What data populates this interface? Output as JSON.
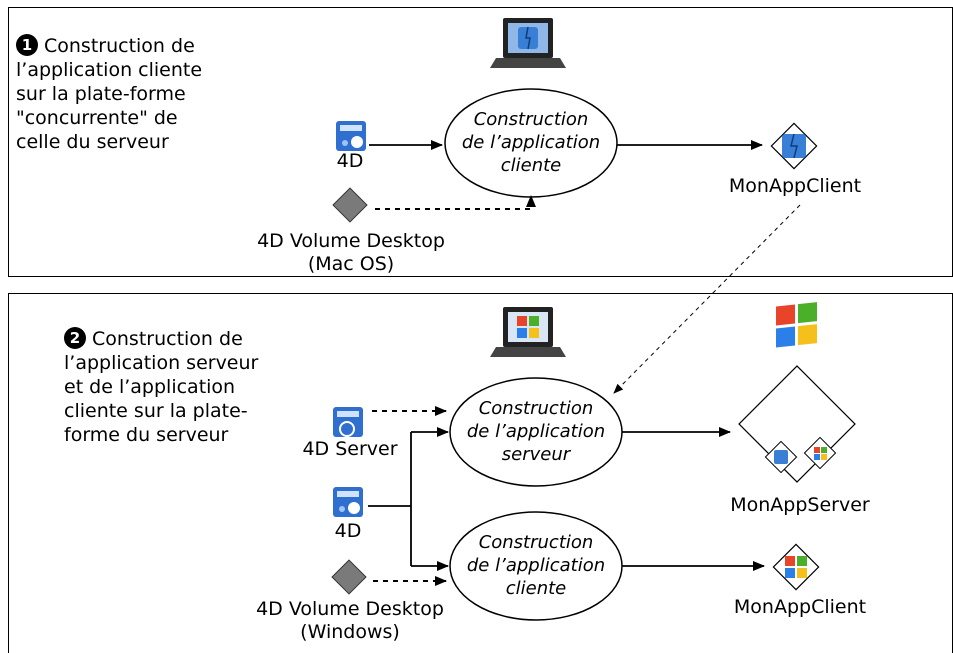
{
  "panel1": {
    "step_number": "1",
    "step_text": "Construction de\nl’application cliente\nsur la plate-forme\n\"concurrente\" de\ncelle du serveur",
    "oval_text": "Construction\nde l’application\ncliente",
    "source_4d": "4D",
    "volume_desktop": "4D Volume Desktop\n(Mac OS)",
    "output": "MonAppClient"
  },
  "panel2": {
    "step_number": "2",
    "step_text": "Construction de\nl’application serveur\net de l’application\ncliente sur la plate-\nforme du serveur",
    "oval_server_text": "Construction\nde l’application\nserveur",
    "oval_client_text": "Construction\nde l’application\ncliente",
    "source_server": "4D Server",
    "source_4d": "4D",
    "volume_desktop": "4D Volume Desktop\n(Windows)",
    "output_server": "MonAppServer",
    "output_client": "MonAppClient"
  },
  "colors": {
    "mac_blue": "#3a7fd6",
    "win_red": "#e8442a",
    "win_green": "#4caf2a",
    "win_blue": "#2a7fe8",
    "win_yellow": "#f5c01c",
    "diamond_gray": "#7a7a7a"
  }
}
